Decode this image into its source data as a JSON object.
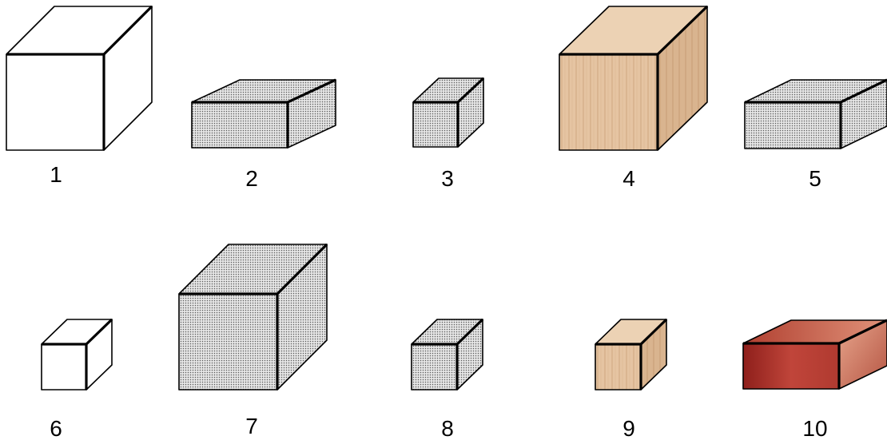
{
  "colors": {
    "outline": "#000000",
    "plain_fill": "#ffffff",
    "dotted_base": "#e6e6e6",
    "dotted_dot": "#5a5a5a",
    "wood_front": "#e5c4a2",
    "wood_side": "#d9b48f",
    "wood_top": "#ecd2b4",
    "wood_grain": "#c49a72",
    "copper_front": "#b0302a",
    "copper_side": "#c86a58",
    "copper_top": "#d4866a"
  },
  "blocks": [
    {
      "label": "1",
      "material": "plain"
    },
    {
      "label": "2",
      "material": "dotted"
    },
    {
      "label": "3",
      "material": "dotted"
    },
    {
      "label": "4",
      "material": "wood"
    },
    {
      "label": "5",
      "material": "dotted"
    },
    {
      "label": "6",
      "material": "plain"
    },
    {
      "label": "7",
      "material": "dotted"
    },
    {
      "label": "8",
      "material": "dotted"
    },
    {
      "label": "9",
      "material": "wood"
    },
    {
      "label": "10",
      "material": "copper"
    }
  ]
}
